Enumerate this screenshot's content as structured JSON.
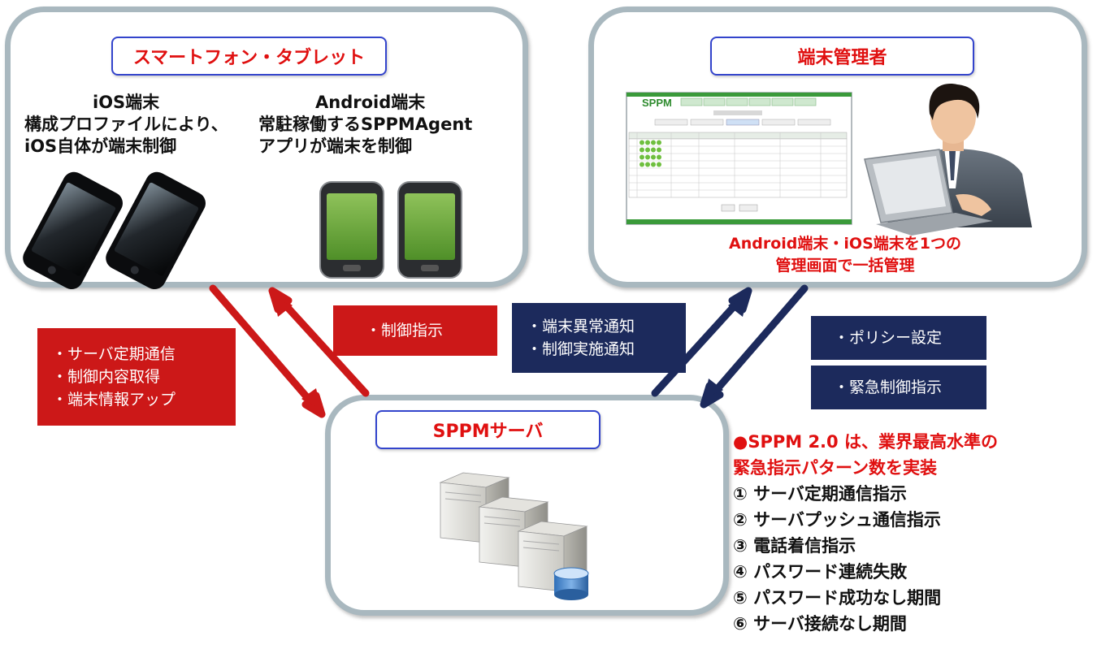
{
  "panels": {
    "devices": {
      "title": "スマートフォン・タブレット",
      "ios": {
        "heading": "iOS端末",
        "line1": "構成プロファイルにより、",
        "line2": "iOS自体が端末制御"
      },
      "android": {
        "heading": "Android端末",
        "line1": "常駐稼働するSPPMAgent",
        "line2": "アプリが端末を制御"
      }
    },
    "admin": {
      "title": "端末管理者",
      "note_line1": "Android端末・iOS端末を1つの",
      "note_line2": "管理画面で一括管理",
      "screen_logo": "SPPM"
    },
    "server": {
      "title": "SPPMサーバ"
    }
  },
  "labels": {
    "device_to_server": [
      "・サーバ定期通信",
      "・制御内容取得",
      "・端末情報アップ"
    ],
    "server_to_device": [
      "・制御指示"
    ],
    "server_to_admin": [
      "・端末異常通知",
      "・制御実施通知"
    ],
    "admin_policy": [
      "・ポリシー設定"
    ],
    "admin_emergency": [
      "・緊急制御指示"
    ]
  },
  "features": {
    "headline1": "●SPPM 2.0 は、業界最高水準の",
    "headline2": "緊急指示パターン数を実装",
    "items": [
      "① サーバ定期通信指示",
      "② サーバプッシュ通信指示",
      "③ 電話着信指示",
      "④ パスワード連続失敗",
      "⑤ パスワード成功なし期間",
      "⑥ サーバ接続なし期間"
    ]
  },
  "colors": {
    "red": "#cc1818",
    "navy": "#1c2a5c",
    "panel_border": "#a9b8bf",
    "title_text": "#e01010"
  }
}
